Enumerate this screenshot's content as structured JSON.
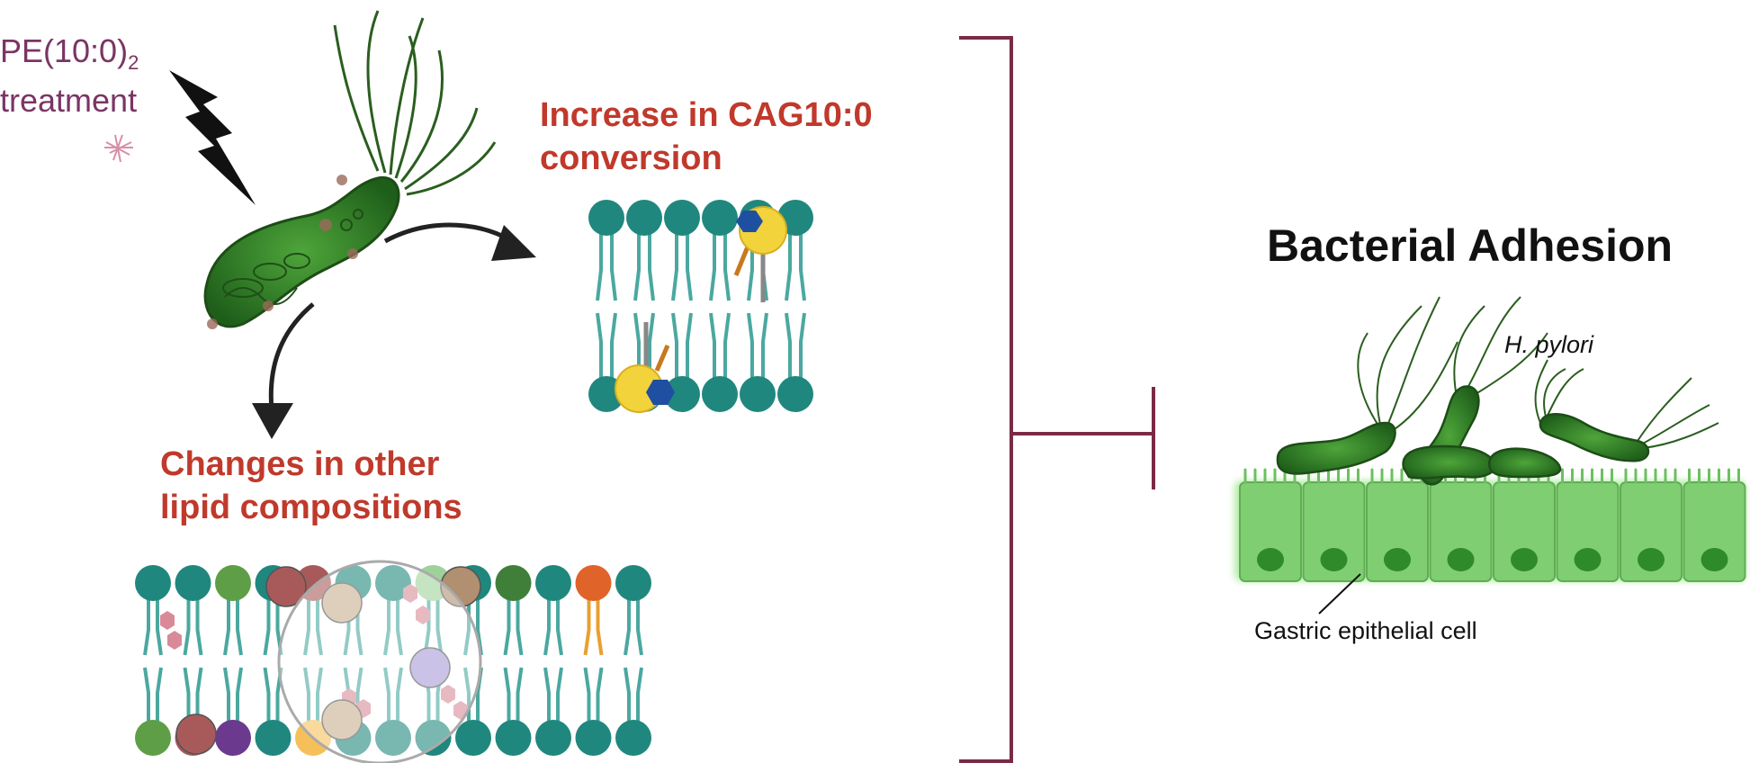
{
  "treatment": {
    "line1": "PE(10:0)",
    "subscript": "2",
    "line2": "treatment"
  },
  "labels": {
    "cag_line1": "Increase in CAG10:0",
    "cag_line2": "conversion",
    "other_line1": "Changes in other",
    "other_line2": "lipid compositions",
    "adhesion": "Bacterial Adhesion",
    "hpylori": "H. pylori",
    "epithelial": "Gastric epithelial cell"
  },
  "colors": {
    "treatment_text": "#7a3564",
    "heading_red": "#c0392b",
    "bracket": "#7b2a45",
    "bacterium_green": "#2f7d2a",
    "membrane_teal": "#20877e",
    "cell_green": "#7fcf72",
    "lightning": "#111111",
    "cholesterol_yellow": "#f2d33c",
    "sugar_blue": "#1f4fa0"
  },
  "icons": [
    "lightning-icon",
    "bacterium-icon",
    "membrane-icon",
    "inhibition-icon",
    "epithelium-icon"
  ]
}
